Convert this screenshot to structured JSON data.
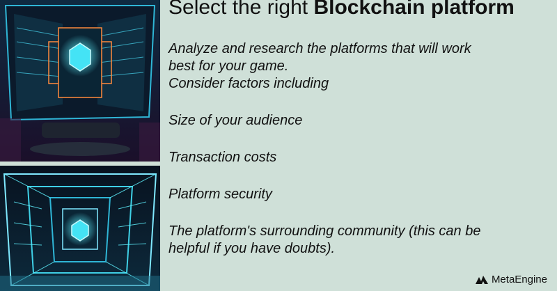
{
  "title": {
    "plain": "Select the right ",
    "bold": "Blockchain platform"
  },
  "body": {
    "line1": "Analyze and research the platforms that will work",
    "line2": "best for your game.",
    "line3": "Consider factors including",
    "factor1": "Size of your audience",
    "factor2": "Transaction costs",
    "factor3": "Platform security",
    "line4": "The platform's surrounding community (this can be",
    "line5": "helpful if you have doubts)."
  },
  "brand": {
    "name": "MetaEngine",
    "icon": "metaengine-logo-icon"
  },
  "colors": {
    "background": "#cfe0d8",
    "text": "#111111",
    "neon_cyan": "#3fd0e6",
    "neon_orange": "#ff8a3d"
  }
}
